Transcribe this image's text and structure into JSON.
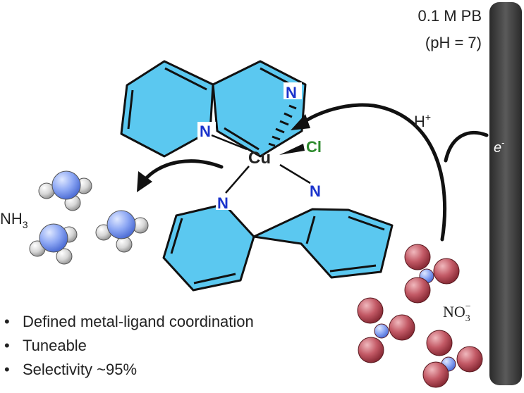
{
  "labels": {
    "buffer_line1": "0.1 M PB",
    "buffer_line2": "(pH = 7)",
    "proton": "H",
    "proton_sup": "+",
    "electron": "e",
    "electron_sup": "-",
    "ammonia_main": "NH",
    "ammonia_sub": "3",
    "nitrate_main": "NO",
    "nitrate_sub": "3",
    "nitrate_sup": "−",
    "copper": "Cu",
    "chloride": "Cl",
    "nitrogen": "N"
  },
  "bullets": [
    "Defined metal-ligand coordination",
    "Tuneable",
    "Selectivity ~95%"
  ],
  "colors": {
    "pyridine_fill": "#5bc8f0",
    "nitrogen_atom": "#7e9bf0",
    "hydrogen_atom": "#d0d0d0",
    "oxygen_atom": "#b84b58",
    "electrode": "#3a3a3a",
    "chloride_text": "#2e8b2e",
    "nitrogen_text": "#1a33cc"
  }
}
